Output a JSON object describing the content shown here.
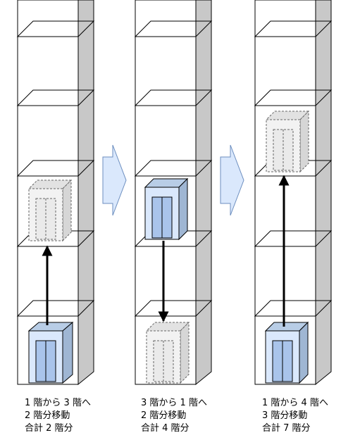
{
  "panels": [
    {
      "caption": [
        "1 階から 3 階へ",
        "2 階分移動",
        "合計 2 階分"
      ]
    },
    {
      "caption": [
        "3 階から 1 階へ",
        "2 階分移動",
        "合計 4 階分"
      ]
    },
    {
      "caption": [
        "1 階から 4 階へ",
        "3 階分移動",
        "合計 7 階分"
      ]
    }
  ],
  "colors": {
    "shaft_side": "#c8c8c8",
    "arrow_fill": "#dae8fc",
    "arrow_stroke": "#6c8ebf",
    "car_fill": "#dae8fc",
    "car_top": "#b8cde6",
    "car_door": "#a9c4eb",
    "ghost_fill": "#f2f2f2",
    "ghost_stroke": "#666666"
  }
}
